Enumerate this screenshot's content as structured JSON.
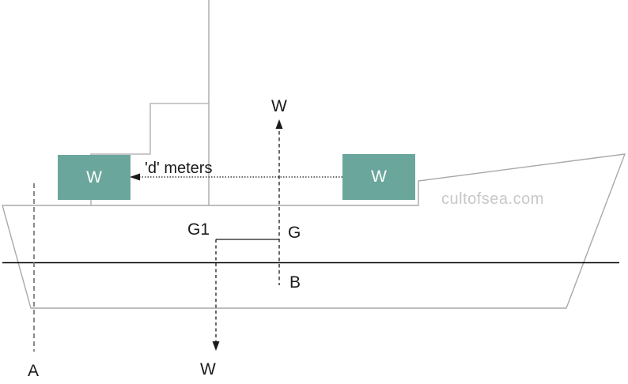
{
  "diagram": {
    "watermark": "cultofsea.com",
    "weights": {
      "left_label": "W",
      "right_label": "W"
    },
    "distance_label": "'d' meters",
    "force_labels": {
      "top": "W",
      "bottom": "W"
    },
    "points": {
      "g": "G",
      "g1": "G1",
      "b": "B",
      "a": "A"
    },
    "colors": {
      "weight_box_fill": "#6aa69c",
      "weight_box_text": "#ffffff",
      "hull_outline": "#a9a9a9",
      "annotation": "#1a1a1a",
      "perpendicular_line": "#6e6e6e",
      "watermark": "#c8c8c8",
      "waterline": "#000000"
    }
  }
}
